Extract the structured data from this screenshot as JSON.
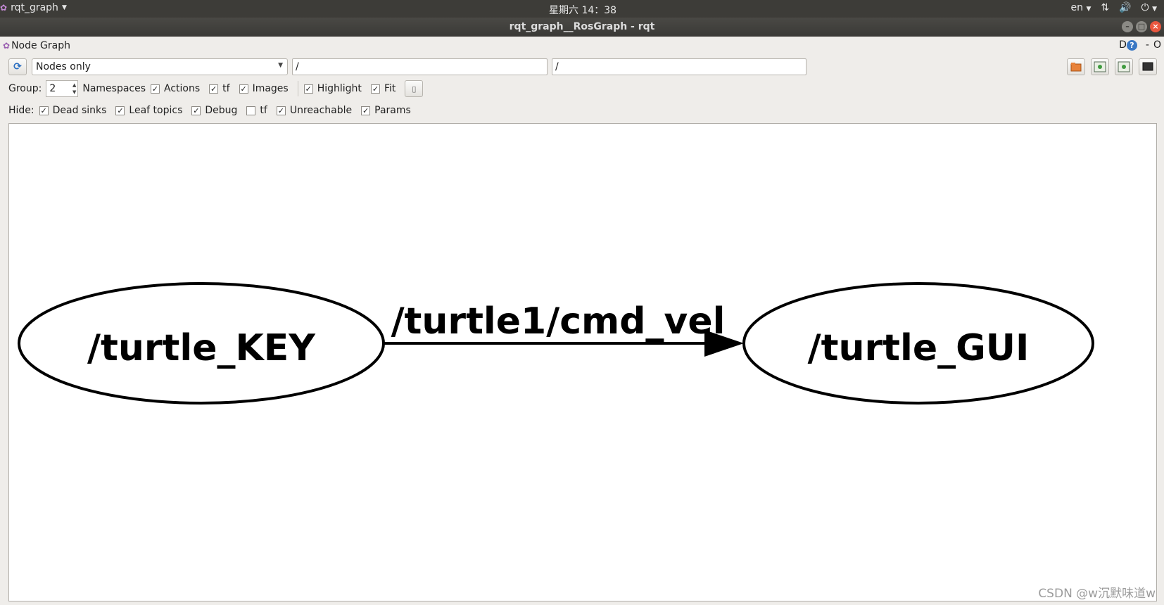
{
  "top_panel": {
    "app_name": "rqt_graph",
    "clock": "星期六 14：38",
    "language": "en"
  },
  "window": {
    "title": "rqt_graph__RosGraph - rqt",
    "buttons": [
      "–",
      "□",
      "×"
    ]
  },
  "plugin": {
    "title": "Node Graph",
    "corner_d": "D",
    "corner_help": "?",
    "corner_dash": "-",
    "corner_o": "O"
  },
  "toolbar": {
    "graph_mode": "Nodes only",
    "filter_in": "/",
    "filter_out": "/"
  },
  "options": {
    "group_label": "Group:",
    "group_value": "2",
    "checkboxes": [
      {
        "label": "Namespaces",
        "checked": false,
        "has_box": false
      },
      {
        "label": "Actions",
        "checked": true
      },
      {
        "label": "tf",
        "checked": true
      },
      {
        "label": "Images",
        "checked": true
      },
      {
        "label": "Highlight",
        "checked": true
      },
      {
        "label": "Fit",
        "checked": true
      }
    ]
  },
  "hide": {
    "label": "Hide:",
    "checkboxes": [
      {
        "label": "Dead sinks",
        "checked": true
      },
      {
        "label": "Leaf topics",
        "checked": true
      },
      {
        "label": "Debug",
        "checked": true
      },
      {
        "label": "tf",
        "checked": false
      },
      {
        "label": "Unreachable",
        "checked": true
      },
      {
        "label": "Params",
        "checked": true
      }
    ]
  },
  "graph": {
    "nodes": [
      {
        "id": "key",
        "label": "/turtle_KEY"
      },
      {
        "id": "gui",
        "label": "/turtle_GUI"
      }
    ],
    "edges": [
      {
        "from": "key",
        "to": "gui",
        "label": "/turtle1/cmd_vel"
      }
    ]
  },
  "watermark": "CSDN @w沉默味道w"
}
